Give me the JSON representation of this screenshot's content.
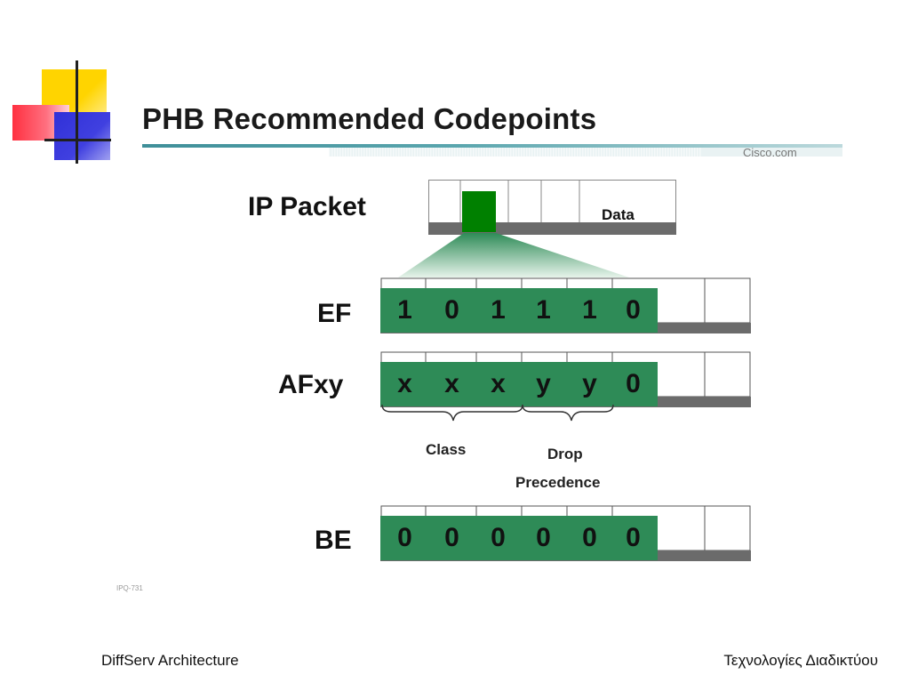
{
  "slide": {
    "title": "PHB Recommended Codepoints",
    "brand": "Cisco.com",
    "source_ref": "IPQ-731"
  },
  "diagram": {
    "packet_label": "IP Packet",
    "packet_data_label": "Data",
    "rows": [
      {
        "label": "EF",
        "bits": [
          "1",
          "0",
          "1",
          "1",
          "1",
          "0"
        ]
      },
      {
        "label": "AFxy",
        "bits": [
          "x",
          "x",
          "x",
          "y",
          "y",
          "0"
        ]
      },
      {
        "label": "BE",
        "bits": [
          "0",
          "0",
          "0",
          "0",
          "0",
          "0"
        ]
      }
    ],
    "brace_class_label": "Class",
    "brace_drop_line1": "Drop",
    "brace_drop_line2": "Precedence"
  },
  "footer": {
    "left": "DiffServ Architecture",
    "right": "Τεχνολογίες Διαδικτύου"
  },
  "colors": {
    "field_green": "#2e8b57",
    "highlight_green": "#008000",
    "shadow_gray": "#6b6b6b",
    "title_bar_teal": "#4a9aa4"
  }
}
